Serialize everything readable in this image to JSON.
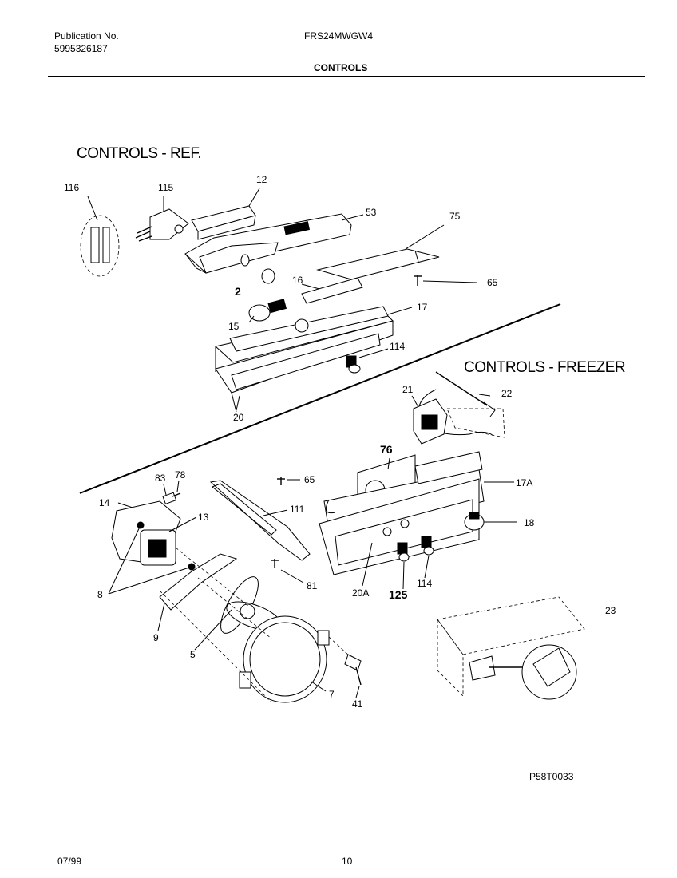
{
  "header": {
    "pub_label": "Publication No.",
    "pub_number": "5995326187",
    "model": "FRS24MWGW4",
    "section": "CONTROLS"
  },
  "sections": {
    "ref_title": "CONTROLS  -  REF.",
    "freezer_title": "CONTROLS  -  FREEZER"
  },
  "callouts": {
    "c116": "116",
    "c115": "115",
    "c12": "12",
    "c53": "53",
    "c75": "75",
    "c2": "2",
    "c16": "16",
    "c65a": "65",
    "c15": "15",
    "c17": "17",
    "c114a": "114",
    "c20": "20",
    "c22": "22",
    "c21": "21",
    "c76": "76",
    "c17a": "17A",
    "c18": "18",
    "c65b": "65",
    "c83": "83",
    "c78": "78",
    "c14": "14",
    "c13": "13",
    "c111": "111",
    "c81": "81",
    "c8": "8",
    "c9": "9",
    "c5": "5",
    "c7": "7",
    "c41": "41",
    "c20a": "20A",
    "c125": "125",
    "c114b": "114",
    "c23": "23"
  },
  "drawing_id": "P58T0033",
  "footer": {
    "date": "07/99",
    "page": "10"
  }
}
